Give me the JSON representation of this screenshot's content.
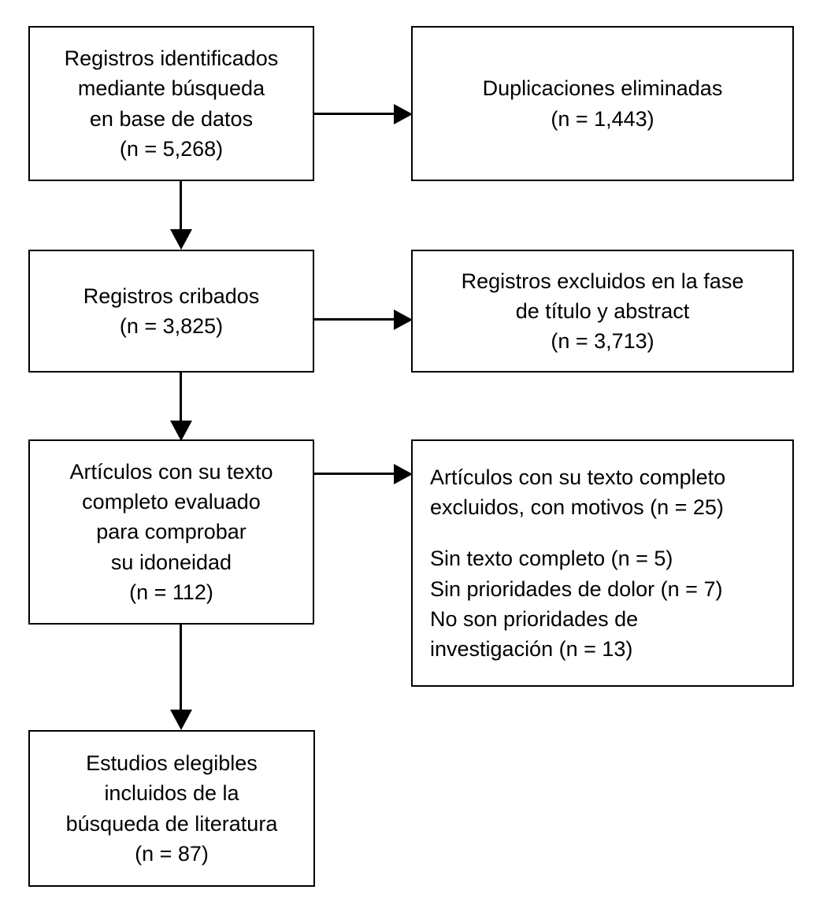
{
  "diagram": {
    "type": "prisma-flow-diagram",
    "language": "es",
    "colors": {
      "box_border": "#000000",
      "box_fill": "#ffffff",
      "text": "#000000",
      "arrow": "#000000"
    }
  },
  "nodes": {
    "identified": {
      "lines": [
        "Registros identificados",
        "mediante búsqueda",
        "en base de datos",
        "(n = 5,268)"
      ],
      "count": 5268
    },
    "duplicates_removed": {
      "lines": [
        "Duplicaciones eliminadas",
        "(n = 1,443)"
      ],
      "count": 1443
    },
    "screened": {
      "lines": [
        "Registros cribados",
        "(n = 3,825)"
      ],
      "count": 3825
    },
    "excluded_title_abstract": {
      "lines": [
        "Registros excluidos en la fase",
        "de título y abstract",
        "(n = 3,713)"
      ],
      "count": 3713
    },
    "fulltext_assessed": {
      "lines": [
        "Artículos con su texto",
        "completo evaluado",
        "para comprobar",
        "su idoneidad",
        "(n = 112)"
      ],
      "count": 112
    },
    "excluded_fulltext": {
      "heading_lines": [
        "Artículos con su texto completo",
        "excluidos, con motivos (n = 25)"
      ],
      "count": 25,
      "reason_lines": [
        "Sin texto completo (n = 5)",
        "Sin prioridades de dolor (n = 7)",
        "No son prioridades de",
        "investigación (n = 13)"
      ],
      "reasons": [
        {
          "label": "Sin texto completo",
          "count": 5
        },
        {
          "label": "Sin prioridades de dolor",
          "count": 7
        },
        {
          "label": "No son prioridades de investigación",
          "count": 13
        }
      ]
    },
    "included": {
      "lines": [
        "Estudios elegibles",
        "incluidos de la",
        "búsqueda de literatura",
        "(n = 87)"
      ],
      "count": 87
    }
  },
  "connectors": [
    {
      "name": "identified-to-duplicates",
      "direction": "right"
    },
    {
      "name": "identified-to-screened",
      "direction": "down"
    },
    {
      "name": "screened-to-excluded-title-abstract",
      "direction": "right"
    },
    {
      "name": "screened-to-fulltext",
      "direction": "down"
    },
    {
      "name": "fulltext-to-excluded-fulltext",
      "direction": "right"
    },
    {
      "name": "fulltext-to-included",
      "direction": "down"
    }
  ]
}
